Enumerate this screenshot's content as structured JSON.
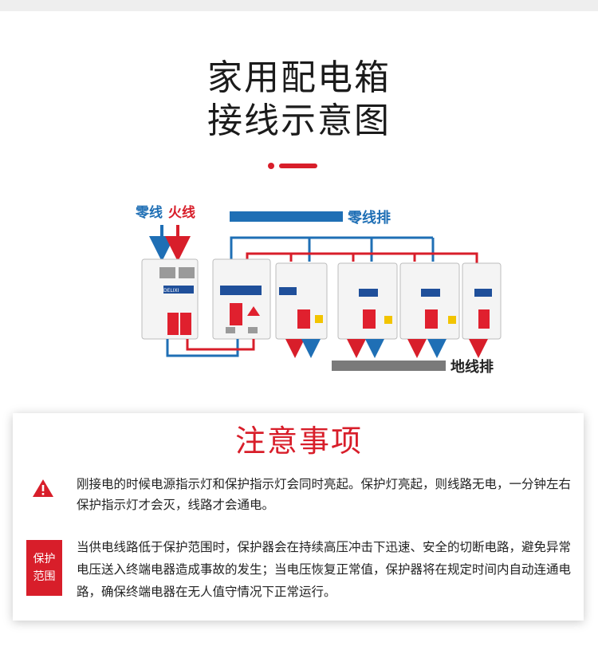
{
  "title": {
    "line1": "家用配电箱",
    "line2": "接线示意图"
  },
  "diagram": {
    "neutral_label": "零线",
    "live_label": "火线",
    "neutral_bar_label": "零线排",
    "ground_bar_label": "地线排",
    "brand": "DELIXI",
    "colors": {
      "neutral": "#1f6fb5",
      "live": "#d81e2a",
      "ground_bar": "#7a7a7a"
    }
  },
  "notice": {
    "title": "注意事项",
    "note1": "刚接电的时候电源指示灯和保护指示灯会同时亮起。保护灯亮起，则线路无电，一分钟左右保护指示灯才会灭，线路才会通电。",
    "badge_line1": "保护",
    "badge_line2": "范围",
    "note2": "当供电线路低于保护范围时，保护器会在持续高压冲击下迅速、安全的切断电路，避免异常电压送入终端电器造成事故的发生；当电压恢复正常值，保护器将在规定时间内自动连通电路，确保终端电器在无人值守情况下正常运行。",
    "accent": "#d81e2a"
  }
}
